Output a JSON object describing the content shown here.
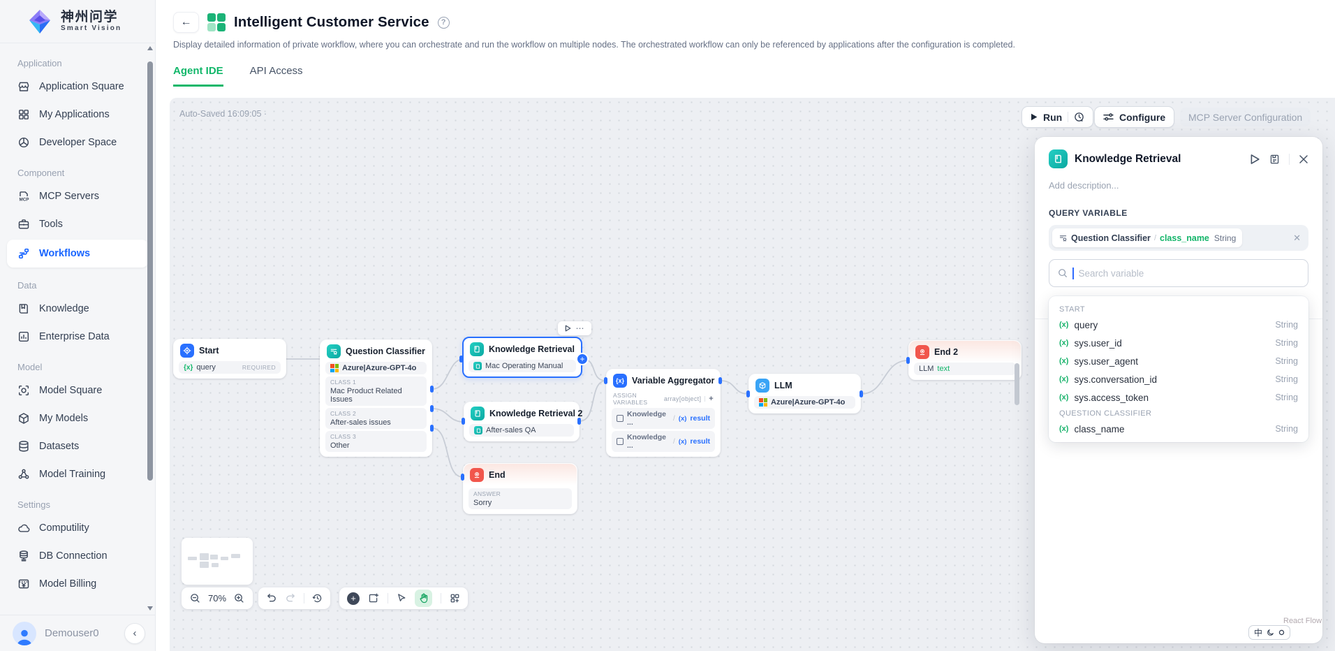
{
  "sidebar": {
    "logo_title": "神州问学",
    "logo_subtitle": "Smart Vision",
    "sections": [
      {
        "label": "Application",
        "items": [
          {
            "label": "Application Square"
          },
          {
            "label": "My Applications"
          },
          {
            "label": "Developer Space"
          }
        ]
      },
      {
        "label": "Component",
        "items": [
          {
            "label": "MCP Servers"
          },
          {
            "label": "Tools"
          },
          {
            "label": "Workflows"
          }
        ]
      },
      {
        "label": "Data",
        "items": [
          {
            "label": "Knowledge"
          },
          {
            "label": "Enterprise Data"
          }
        ]
      },
      {
        "label": "Model",
        "items": [
          {
            "label": "Model Square"
          },
          {
            "label": "My Models"
          },
          {
            "label": "Datasets"
          },
          {
            "label": "Model Training"
          }
        ]
      },
      {
        "label": "Settings",
        "items": [
          {
            "label": "Computility"
          },
          {
            "label": "DB Connection"
          },
          {
            "label": "Model Billing"
          }
        ]
      }
    ],
    "user_name": "Demouser0"
  },
  "header": {
    "title": "Intelligent Customer Service",
    "description": "Display detailed information of private workflow, where you can orchestrate and run the workflow on multiple nodes. The orchestrated workflow can only be referenced by applications after the configuration is completed.",
    "tabs": [
      {
        "label": "Agent IDE"
      },
      {
        "label": "API Access"
      }
    ]
  },
  "canvas": {
    "autosave": "Auto-Saved 16:09:05 ·",
    "run_label": "Run",
    "configure_label": "Configure",
    "mcp_label": "MCP Server Configuration",
    "zoom_level": "70%"
  },
  "nodes": {
    "start": {
      "title": "Start",
      "var": "query",
      "required": "REQUIRED"
    },
    "classifier": {
      "title": "Question Classifier",
      "model": "Azure|Azure-GPT-4o",
      "classes": [
        {
          "label": "CLASS 1",
          "text": "Mac Product Related Issues"
        },
        {
          "label": "CLASS 2",
          "text": "After-sales issues"
        },
        {
          "label": "CLASS 3",
          "text": "Other"
        }
      ]
    },
    "kr1": {
      "title": "Knowledge Retrieval",
      "dataset": "Mac Operating Manual"
    },
    "kr2": {
      "title": "Knowledge Retrieval 2",
      "dataset": "After-sales QA"
    },
    "end1": {
      "title": "End",
      "field_label": "ANSWER",
      "field_value": "Sorry"
    },
    "aggregator": {
      "title": "Variable Aggregator",
      "assign_label": "ASSIGN VARIABLES",
      "type": "array[object]",
      "rows": [
        {
          "source": "Knowledge ...",
          "separator": "/",
          "var": "result"
        },
        {
          "source": "Knowledge ...",
          "separator": "/",
          "var": "result"
        }
      ]
    },
    "llm": {
      "title": "LLM",
      "model": "Azure|Azure-GPT-4o"
    },
    "end2": {
      "title": "End 2",
      "field_label": "LLM",
      "field_value": "text"
    }
  },
  "panel": {
    "title": "Knowledge Retrieval",
    "description_placeholder": "Add description...",
    "query_variable_label": "QUERY VARIABLE",
    "chip": {
      "node": "Question Classifier",
      "separator": "/",
      "var": "class_name",
      "type": "String"
    },
    "search_placeholder": "Search variable",
    "groups": [
      {
        "label": "START",
        "items": [
          {
            "name": "query",
            "type": "String"
          },
          {
            "name": "sys.user_id",
            "type": "String"
          },
          {
            "name": "sys.user_agent",
            "type": "String"
          },
          {
            "name": "sys.conversation_id",
            "type": "String"
          },
          {
            "name": "sys.access_token",
            "type": "String"
          }
        ]
      },
      {
        "label": "QUESTION CLASSIFIER",
        "items": [
          {
            "name": "class_name",
            "type": "String"
          }
        ]
      }
    ]
  },
  "misc": {
    "reactflow": "React Flow",
    "lang": "中",
    "var_paren": "(x)",
    "var_brace": "{x}"
  }
}
